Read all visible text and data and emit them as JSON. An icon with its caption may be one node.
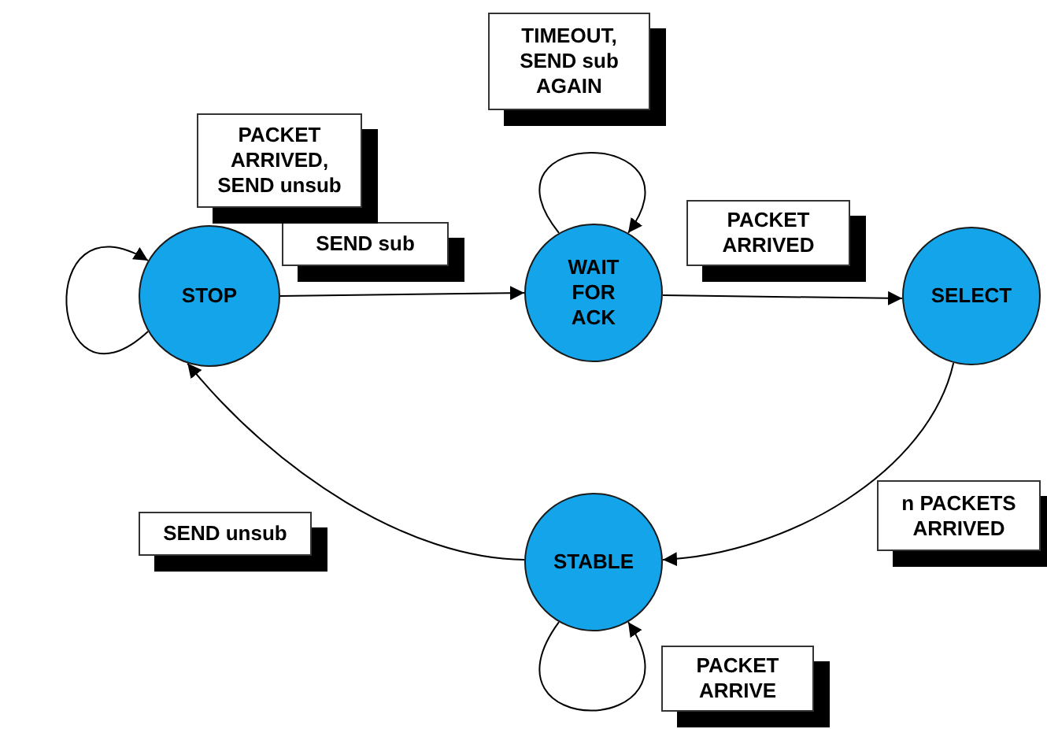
{
  "diagram": {
    "nodes": [
      {
        "text": [
          "STOP"
        ]
      },
      {
        "text": [
          "WAIT FOR ACK"
        ]
      },
      {
        "text": [
          "SELECT"
        ]
      },
      {
        "text": [
          "STABLE"
        ]
      }
    ],
    "edges": [
      {
        "from": 0,
        "to": 1,
        "arrow": "to",
        "label": "SEND sub"
      },
      {
        "from": 1,
        "to": 2,
        "arrow": "to",
        "label": "PACKET ARRIVED"
      },
      {
        "from": 2,
        "to": 3,
        "arrow": "to",
        "label": "n PACKETS ARRIVED"
      },
      {
        "from": 3,
        "to": 0,
        "arrow": "to",
        "label": "SEND unsub"
      },
      {
        "from": 0,
        "to": 0,
        "arrow": "to",
        "label": "PACKET ARRIVED, SEND unsub"
      },
      {
        "from": 1,
        "to": 1,
        "arrow": "to",
        "label": "TIMEOUT, SEND sub AGAIN"
      },
      {
        "from": 3,
        "to": 3,
        "arrow": "to",
        "label": "PACKET ARRIVE"
      }
    ]
  }
}
